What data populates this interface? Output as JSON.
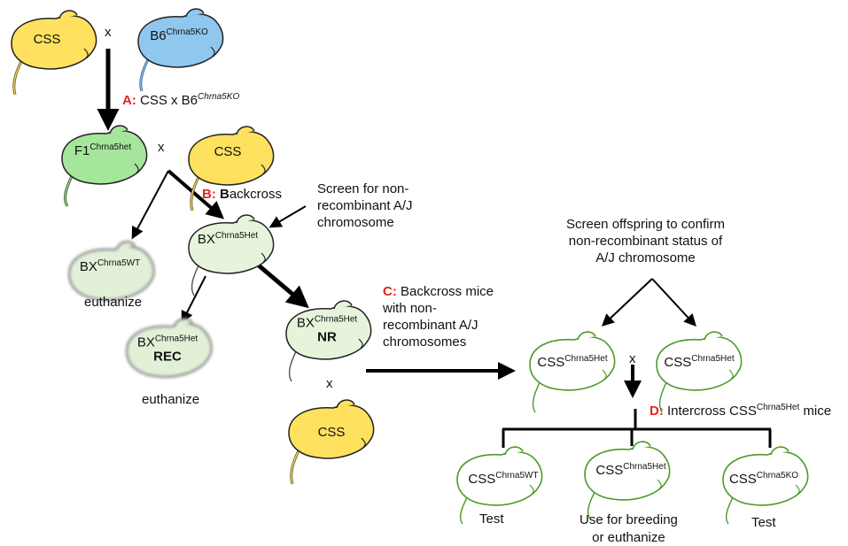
{
  "mice": {
    "css_top": {
      "label": "CSS"
    },
    "b6": {
      "label": "B6",
      "sup": "Chrna5KO"
    },
    "f1": {
      "label": "F1",
      "sup": "Chrna5het"
    },
    "css_mid": {
      "label": "CSS"
    },
    "bx": {
      "label": "BX",
      "sup": "Chrna5Het"
    },
    "bx_wt": {
      "label": "BX",
      "sup": "Chrna5WT"
    },
    "bx_rec": {
      "label": "BX",
      "sup": "Chrna5Het",
      "sub": "REC"
    },
    "bx_nr": {
      "label": "BX",
      "sup": "Chrna5Het",
      "sub": "NR"
    },
    "css_bottom": {
      "label": "CSS"
    },
    "css_het_left": {
      "label": "CSS",
      "sup": "Chrna5Het"
    },
    "css_het_right": {
      "label": "CSS",
      "sup": "Chrna5Het"
    },
    "css_wt": {
      "label": "CSS",
      "sup": "Chrna5WT"
    },
    "css_het_mid": {
      "label": "CSS",
      "sup": "Chrna5Het"
    },
    "css_ko": {
      "label": "CSS",
      "sup": "Chrna5KO"
    }
  },
  "cross_symbol": "x",
  "steps": {
    "a": {
      "letter": "A:",
      "text": "CSS x B6",
      "sup": "Chrna5KO"
    },
    "b": {
      "letter": "B:",
      "bold": "B",
      "text": "ackcross"
    },
    "c": {
      "letter": "C:",
      "lines": [
        "Backcross mice",
        "with non-",
        "recombinant A/J",
        "chromosomes"
      ]
    },
    "d": {
      "letter": "D:",
      "text": "Intercross CSS",
      "sup": "Chrna5Het",
      "tail": "mice"
    }
  },
  "notes": {
    "screen_nonrec": [
      "Screen for non-",
      "recombinant A/J",
      "chromosome"
    ],
    "screen_offspring": [
      "Screen offspring to confirm",
      "non-recombinant status of",
      "A/J chromosome"
    ],
    "euthanize_1": "euthanize",
    "euthanize_2": "euthanize",
    "test_left": "Test",
    "breeding": [
      "Use for breeding",
      "or euthanize"
    ],
    "test_right": "Test"
  },
  "colors": {
    "yellow": "#fde15f",
    "blue": "#8fc7ee",
    "green": "#a6e59c",
    "pale_green": "#e6f4dc",
    "outline_green": "#4c9a2a",
    "step_red": "#e8231e"
  }
}
